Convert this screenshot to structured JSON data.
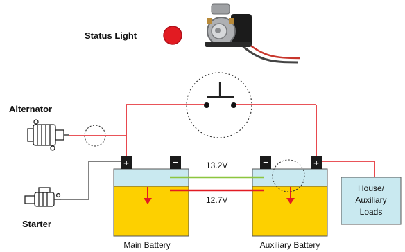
{
  "labels": {
    "status_light": "Status Light",
    "alternator": "Alternator",
    "starter": "Starter",
    "main_battery": "Main Battery",
    "aux_battery": "Auxiliary Battery",
    "house_line1": "House/",
    "house_line2": "Auxiliary",
    "house_line3": "Loads",
    "voltage_high": "13.2V",
    "voltage_low": "12.7V"
  },
  "terminals": {
    "plus": "+",
    "minus": "−"
  },
  "colors": {
    "wire_red": "#e21b22",
    "wire_dark": "#333333",
    "status_light": "#e21b22",
    "battery_top": "#c9e9f0",
    "battery_body": "#fdd000",
    "terminal": "#1a1a1a",
    "line_green": "#8cc63f",
    "load_box": "#c9e9f0"
  }
}
